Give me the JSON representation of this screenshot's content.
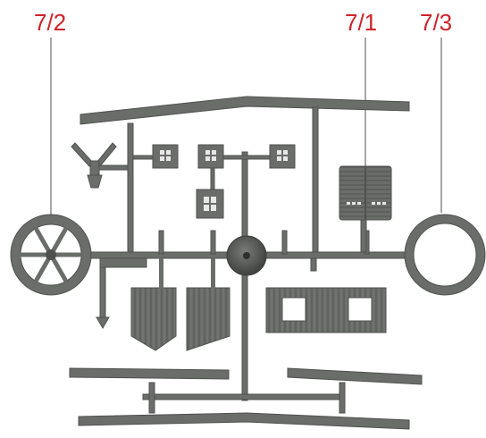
{
  "callouts": [
    {
      "id": "7-2",
      "text": "7/2"
    },
    {
      "id": "7-1",
      "text": "7/1"
    },
    {
      "id": "7-3",
      "text": "7/3"
    }
  ],
  "colors": {
    "callout_text": "#d0222a",
    "leader_line": "#8a8a8a",
    "part_fill": "#6b6d6b",
    "part_dark": "#4a4c4a",
    "part_light": "#8a8c8a",
    "window_pane": "#e8e8e8"
  }
}
